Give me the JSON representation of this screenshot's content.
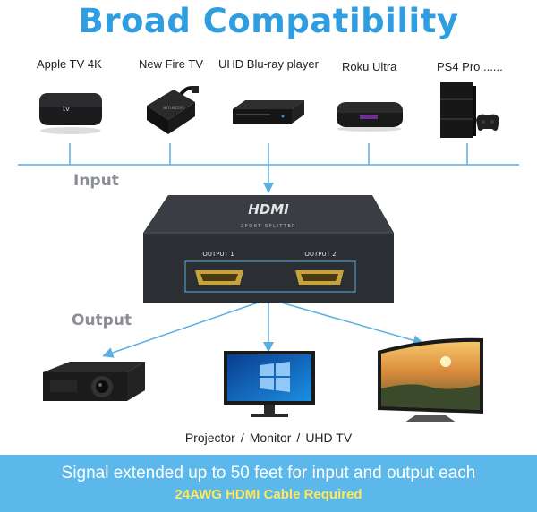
{
  "title": "Broad Compatibility",
  "inputs": {
    "label": "Input",
    "devices": [
      {
        "name": "Apple TV 4K",
        "icon": "apple-tv-box"
      },
      {
        "name": "New Fire TV",
        "icon": "fire-tv-dongle"
      },
      {
        "name": "UHD Blu-ray player",
        "icon": "bluray-player"
      },
      {
        "name": "Roku Ultra",
        "icon": "roku-box"
      },
      {
        "name": "PS4 Pro ......",
        "icon": "ps4-console"
      }
    ]
  },
  "splitter": {
    "logo": "HDMI",
    "subtitle": "2PORT SPLITTER",
    "port1_label": "OUTPUT 1",
    "port2_label": "OUTPUT 2"
  },
  "outputs": {
    "label": "Output",
    "devices": [
      {
        "name": "Projector",
        "icon": "projector"
      },
      {
        "name": "Monitor",
        "icon": "monitor"
      },
      {
        "name": "UHD TV",
        "icon": "curved-tv"
      }
    ],
    "separator": "/"
  },
  "banner": {
    "line1": "Signal extended up to 50 feet for input and output each",
    "line2": "24AWG HDMI Cable Required"
  },
  "colors": {
    "title": "#2e9ee0",
    "arrows": "#5aaee0",
    "banner": "#5cb8ea",
    "banner_highlight": "#ffe95a",
    "section_label": "#8b8f95"
  }
}
